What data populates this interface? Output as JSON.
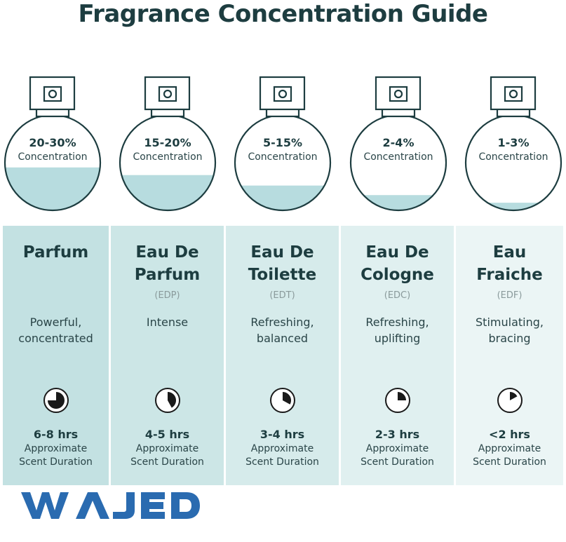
{
  "title": "Fragrance Concentration Guide",
  "colors": {
    "liquid": "#b7dcdf",
    "panel_1": "#c3e1e2",
    "panel_2": "#cce6e6",
    "panel_3": "#d6ebeb",
    "panel_4": "#e0f0f0",
    "panel_5": "#ebf5f5",
    "text_dark": "#1d3d40",
    "logo_blue": "#2a6bb0"
  },
  "types": [
    {
      "percentage": "20-30%",
      "concentration_label": "Concentration",
      "fill_level": 0.45,
      "name_line1": "Parfum",
      "name_line2": "",
      "abbreviation": "",
      "desc_line1": "Powerful,",
      "desc_line2": "concentrated",
      "duration_fraction": 0.75,
      "duration": "6-8 hrs",
      "approx_label": "Approximate",
      "scent_label": "Scent Duration"
    },
    {
      "percentage": "15-20%",
      "concentration_label": "Concentration",
      "fill_level": 0.37,
      "name_line1": "Eau De",
      "name_line2": "Parfum",
      "abbreviation": "(EDP)",
      "desc_line1": "Intense",
      "desc_line2": "",
      "duration_fraction": 0.42,
      "duration": "4-5 hrs",
      "approx_label": "Approximate",
      "scent_label": "Scent Duration"
    },
    {
      "percentage": "5-15%",
      "concentration_label": "Concentration",
      "fill_level": 0.26,
      "name_line1": "Eau De",
      "name_line2": "Toilette",
      "abbreviation": "(EDT)",
      "desc_line1": "Refreshing,",
      "desc_line2": "balanced",
      "duration_fraction": 0.33,
      "duration": "3-4 hrs",
      "approx_label": "Approximate",
      "scent_label": "Scent Duration"
    },
    {
      "percentage": "2-4%",
      "concentration_label": "Concentration",
      "fill_level": 0.16,
      "name_line1": "Eau De",
      "name_line2": "Cologne",
      "abbreviation": "(EDC)",
      "desc_line1": "Refreshing,",
      "desc_line2": "uplifting",
      "duration_fraction": 0.25,
      "duration": "2-3 hrs",
      "approx_label": "Approximate",
      "scent_label": "Scent Duration"
    },
    {
      "percentage": "1-3%",
      "concentration_label": "Concentration",
      "fill_level": 0.08,
      "name_line1": "Eau",
      "name_line2": "Fraiche",
      "abbreviation": "(EDF)",
      "desc_line1": "Stimulating,",
      "desc_line2": "bracing",
      "duration_fraction": 0.17,
      "duration": "<2 hrs",
      "approx_label": "Approximate",
      "scent_label": "Scent Duration"
    }
  ],
  "logo": {
    "text": "WAJED",
    "icon": "wajed-logo"
  }
}
